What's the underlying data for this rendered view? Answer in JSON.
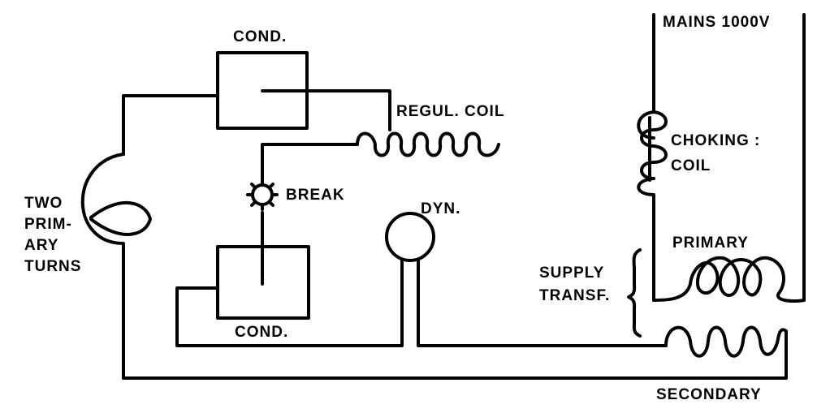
{
  "diagram": {
    "labels": {
      "cond_top": "COND.",
      "regul_coil": "REGUL. COIL",
      "mains": "MAINS 1000V",
      "choking_coil_1": "CHOKING :",
      "choking_coil_2": "COIL",
      "break": "BREAK",
      "two_primary_turns": "TWO\nPRIM-\nARY\nTURNS",
      "dyn": "DYN.",
      "primary": "PRIMARY",
      "supply_transf": "SUPPLY\nTRANSF.",
      "cond_bottom": "COND.",
      "secondary": "SECONDARY"
    }
  }
}
